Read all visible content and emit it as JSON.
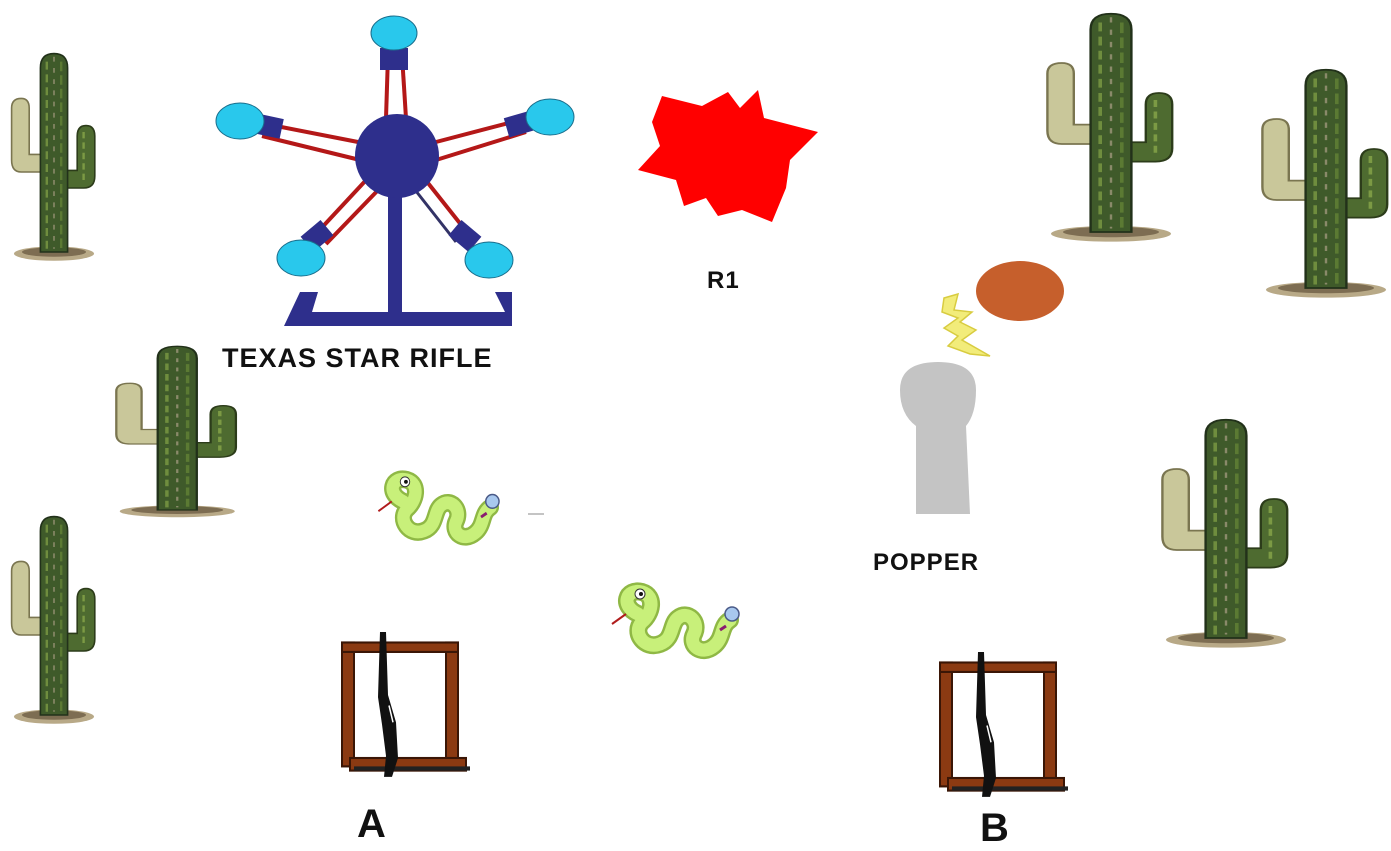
{
  "labels": {
    "texas_star": "TEXAS STAR RIFLE",
    "r1": "R1",
    "popper": "POPPER",
    "position_a": "A",
    "position_b": "B"
  },
  "icons": {
    "cactus": "saguaro-cactus-icon",
    "texas_star": "texas-star-target-icon",
    "r1_target": "red-splat-target-icon",
    "popper": "popper-target-icon",
    "snake": "rattlesnake-icon",
    "gun_rack": "rifle-rack-icon"
  },
  "colors": {
    "cactus_body": "#3f5a2a",
    "cactus_arm": "#c9c79a",
    "star_hub": "#2e2f8c",
    "star_plate": "#29c8ec",
    "star_spoke_trim": "#b41818",
    "r1_target": "#ff0000",
    "popper_disc": "#c65f2c",
    "popper_body": "#c4c4c4",
    "popper_flash": "#f2ec7a",
    "snake": "#c8f07a",
    "rack_wood": "#8b3a12",
    "rifle": "#111111"
  }
}
